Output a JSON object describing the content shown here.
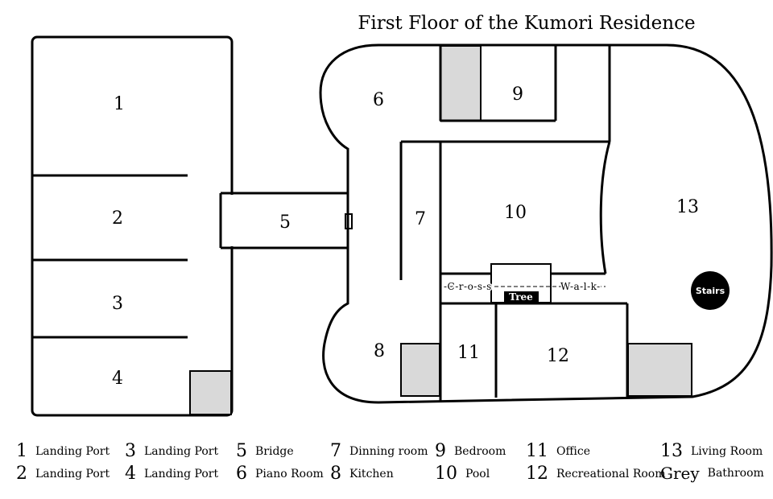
{
  "title": "First Floor of the Kumori Residence",
  "rooms": {
    "r1": "1",
    "r2": "2",
    "r3": "3",
    "r4": "4",
    "r5": "5",
    "r6": "6",
    "r7": "7",
    "r8": "8",
    "r9": "9",
    "r10": "10",
    "r11": "11",
    "r12": "12",
    "r13": "13"
  },
  "crosswalk": {
    "left": "-C-r-o-s-s",
    "right": "W-a-l-k-"
  },
  "tree": "Tree",
  "stairs": "Stairs",
  "colors": {
    "bathroom_fill": "#d9d9d9",
    "wall": "#000000",
    "tree_fill": "#000000",
    "stairs_fill": "#000000"
  },
  "legend": [
    {
      "num": "1",
      "label": "Landing Port"
    },
    {
      "num": "2",
      "label": "Landing Port"
    },
    {
      "num": "3",
      "label": "Landing Port"
    },
    {
      "num": "4",
      "label": "Landing Port"
    },
    {
      "num": "5",
      "label": "Bridge"
    },
    {
      "num": "6",
      "label": "Piano Room"
    },
    {
      "num": "7",
      "label": "Dinning room"
    },
    {
      "num": "8",
      "label": "Kitchen"
    },
    {
      "num": "9",
      "label": "Bedroom"
    },
    {
      "num": "10",
      "label": "Pool"
    },
    {
      "num": "11",
      "label": "Office"
    },
    {
      "num": "12",
      "label": "Recreational Room"
    },
    {
      "num": "13",
      "label": "Living Room"
    },
    {
      "num": "Grey",
      "label": "Bathroom"
    }
  ]
}
